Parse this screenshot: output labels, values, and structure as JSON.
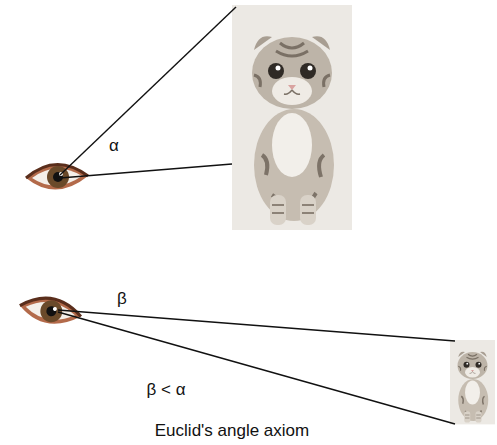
{
  "diagram": {
    "caption": "Euclid's angle axiom",
    "labels": [
      "α",
      "β",
      "β < α"
    ]
  }
}
